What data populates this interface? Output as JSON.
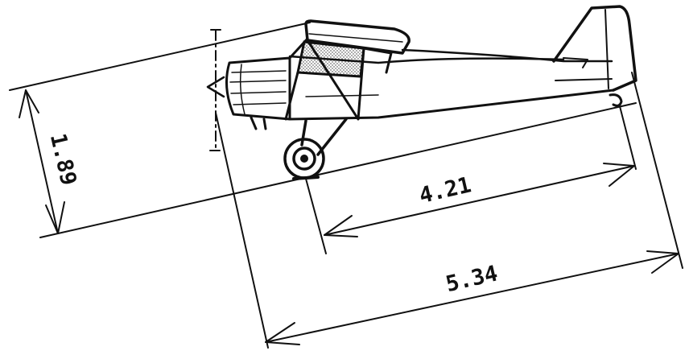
{
  "dimensions": {
    "height": "1.89",
    "wheelbase": "4.21",
    "length": "5.34"
  },
  "colors": {
    "ink": "#111111",
    "background": "#ffffff"
  }
}
